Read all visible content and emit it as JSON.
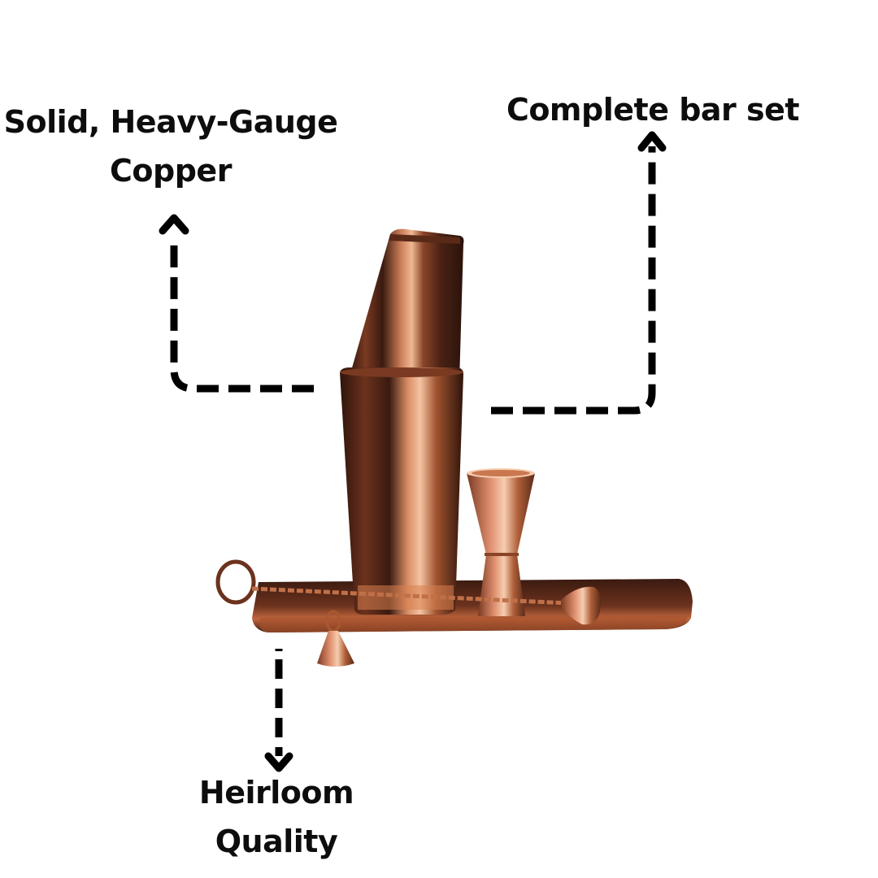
{
  "callouts": [
    {
      "id": "copper",
      "lines": [
        "Solid, Heavy-Gauge",
        "Copper"
      ],
      "arrow_direction": "up"
    },
    {
      "id": "barset",
      "lines": [
        "Complete bar set"
      ],
      "arrow_direction": "up"
    },
    {
      "id": "heirloom",
      "lines": [
        "Heirloom",
        "Quality"
      ],
      "arrow_direction": "down"
    }
  ],
  "product": {
    "items": [
      "hammered-copper-shaker-tin-top",
      "hammered-copper-shaker-tin-bottom",
      "copper-jigger",
      "twisted-bar-spoon",
      "copper-tray",
      "small-bell-jigger"
    ]
  },
  "colors": {
    "background": "#ffffff",
    "text": "#0d0d0d",
    "arrow": "#000000",
    "copper_dark": "#3a1a10",
    "copper_mid": "#8a4428",
    "copper_light": "#e8a07a",
    "copper_highlight": "#f6cdb0"
  }
}
